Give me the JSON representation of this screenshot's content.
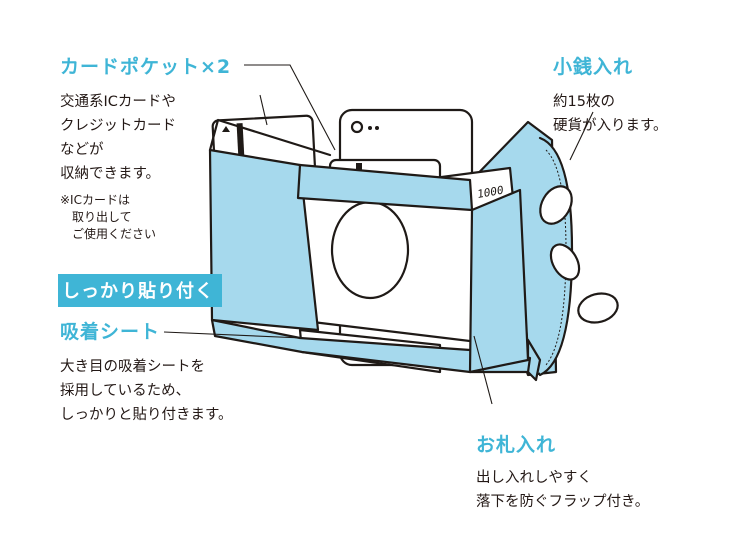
{
  "colors": {
    "accent": "#3fb5d6",
    "wallet_blue": "#a6d9ed",
    "ink": "#231815",
    "gray_fill": "#eeeeee"
  },
  "card_pocket": {
    "title": "カードポケット×2",
    "desc_lines": [
      "交通系ICカードや",
      "クレジットカード",
      "などが",
      "収納できます。"
    ],
    "note_lines": [
      "※ICカードは",
      "取り出して",
      "ご使用ください"
    ]
  },
  "sticky": {
    "badge": "しっかり貼り付く",
    "title": "吸着シート",
    "desc_lines": [
      "大き目の吸着シートを",
      "採用しているため、",
      "しっかりと貼り付きます。"
    ]
  },
  "coin": {
    "title": "小銭入れ",
    "desc_lines": [
      "約15枚の",
      "硬貨が入ります。"
    ]
  },
  "bill": {
    "title": "お札入れ",
    "desc_lines": [
      "出し入れしやすく",
      "落下を防ぐフラップ付き。"
    ]
  },
  "illustration": {
    "banknote_value": "1000"
  }
}
